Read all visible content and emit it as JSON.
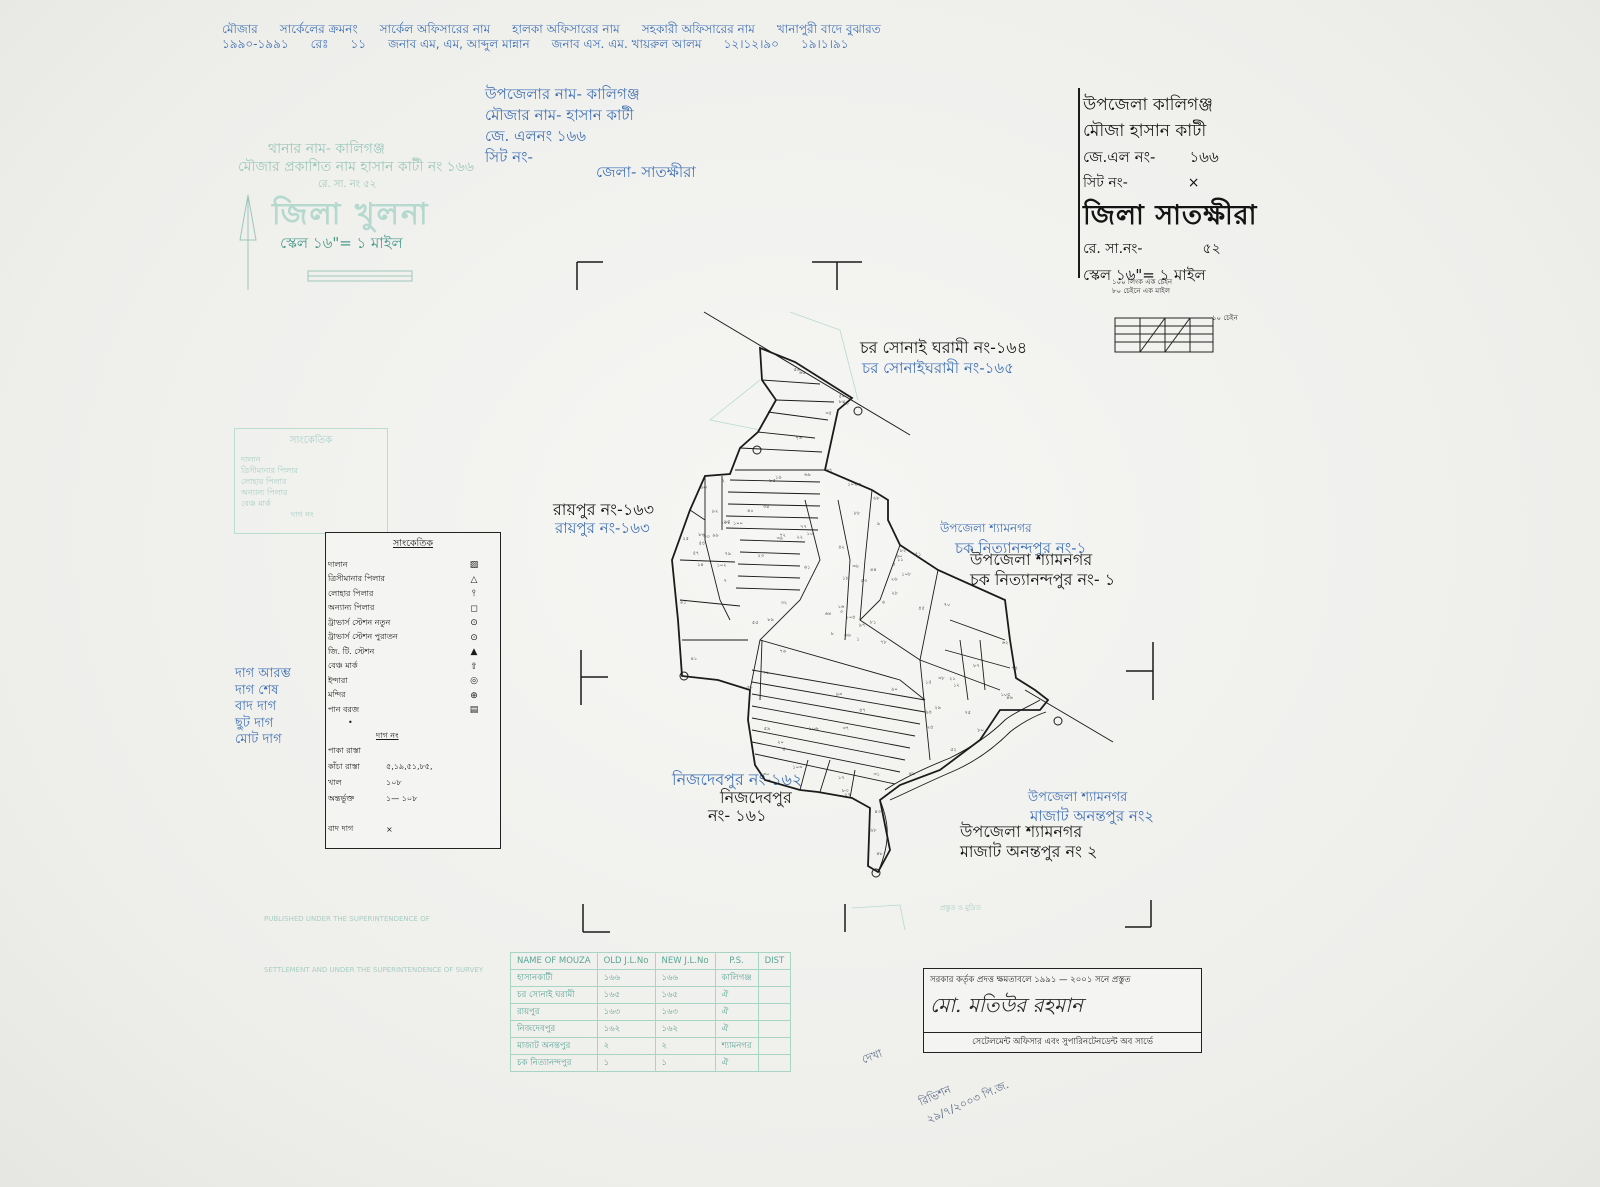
{
  "header_strip": {
    "row1": [
      "মৌজার",
      "সার্কেলের ক্রমনং",
      "সার্কেল অফিসারের নাম",
      "হালকা অফিসারের নাম",
      "সহকারী অফিসারের নাম",
      "খানাপুরী বাদে বুঝারত"
    ],
    "row2": [
      "১৯৯০-১৯৯১",
      "রেঃ",
      "১১",
      "জনাব এম, এম, আব্দুল মান্নান",
      "জনাব এস. এম. খায়রুল আলম",
      "১২।১২।৯০",
      "১৯।১।৯১"
    ]
  },
  "upper_left_block": {
    "line1": "উপজেলার নাম- কালিগঞ্জ",
    "line2": "মৌজার নাম- হাসান কাটী",
    "line3": "জে. এলনং ১৬৬",
    "line4": "সিট নং-",
    "line5": "জেলা- সাতক্ষীরা"
  },
  "ghost_block": {
    "line1": "থানার নাম- কালিগঞ্জ",
    "line2": "মৌজার প্রকাশিত নাম হাসান কাটী নং ১৬৬",
    "line3": "রে. সা. নং ৫২",
    "district": "জিলা খুলনা",
    "scale": "স্কেল ১৬\"= ১ মাইল"
  },
  "title_block": {
    "upazila": "উপজেলা কালিগঞ্জ",
    "mouza": "মৌজা    হাসান কাটী",
    "jl_label": "জে.এল নং-",
    "jl_value": "১৬৬",
    "sheet_label": "সিট নং-",
    "sheet_value": "×",
    "district": "জিলা  সাতক্ষীরা",
    "rs_label": "রে. সা.নং-",
    "rs_value": "৫২",
    "scale": "স্কেল ১৬\"= ১ মাইল",
    "bar_note1": "১০০ লিংক এক চেইন",
    "bar_note2": "৮০ চেইনে এক মাইল",
    "bar_note3": "১০ চেইন"
  },
  "neighbors": {
    "north_black": "চর সোনাই ঘরামী নং-১৬৪",
    "north_blue": "চর সোনাইঘরামী নং-১৬৫",
    "west_black": "রায়পুর নং-১৬৩",
    "west_blue": "রায়পুর নং-১৬৩",
    "east_blue1": "উপজেলা  শ্যামনগর",
    "east_blue2": "চক নিত্যানন্দপুর নং-১",
    "east_black1": "উপজেলা শ্যামনগর",
    "east_black2": "চক নিত্যানন্দপুর নং- ১",
    "south_blue": "নিজদেবপুর নং-১৬২",
    "south_black1": "নিজদেবপুর",
    "south_black2": "নং- ১৬১",
    "se_blue1": "উপজেলা শ্যামনগর",
    "se_blue2": "মাজাট অনন্তপুর নং২",
    "se_black1": "উপজেলা শ্যামনগর",
    "se_black2": "মাজাট অনন্তপুর নং ২"
  },
  "legend": {
    "title": "সাংকেতিক",
    "items": [
      {
        "label": "দালান",
        "symbol": "▨"
      },
      {
        "label": "ত্রিসীমানার পিলার",
        "symbol": "△"
      },
      {
        "label": "লোহার পিলার",
        "symbol": "⫯"
      },
      {
        "label": "অন্যান্য পিলার",
        "symbol": "◻"
      },
      {
        "label": "ট্রাভার্স স্টেশন নতুন",
        "symbol": "⊙"
      },
      {
        "label": "ট্রাভার্স স্টেশন পুরাতন",
        "symbol": "⊙"
      },
      {
        "label": "জি. টি. স্টেশন",
        "symbol": "▲"
      },
      {
        "label": "বেঞ্চ মার্ক",
        "symbol": "⇧"
      },
      {
        "label": "ইন্দারা",
        "symbol": "◎"
      },
      {
        "label": "মন্দির",
        "symbol": "⊕"
      },
      {
        "label": "পান বরজ",
        "symbol": "▤"
      }
    ],
    "dot": "•",
    "daag_header": "দাগ নং",
    "rows": [
      {
        "k": "পাকা রাস্তা",
        "v": ""
      },
      {
        "k": "কাঁচা রাস্তা",
        "v": "৫,১৯,৫১,৮৫,"
      },
      {
        "k": "খাল",
        "v": "১০৮"
      },
      {
        "k": "অন্তর্ভুক্ত",
        "v": "১— ১০৮"
      }
    ],
    "baad": "বাদ দাগ",
    "baad_value": "×"
  },
  "ghost_legend": {
    "title": "সাংকেতিক",
    "items": [
      "দালান",
      "ত্রিসীমানার পিলার",
      "লোহার পিলার",
      "অন্যান্য পিলার",
      "বেঞ্চ মার্ক",
      "দাগ নং"
    ]
  },
  "daag_notes": [
    "দাগ আরম্ভ",
    "দাগ শেষ",
    "বাদ দাগ",
    "ছুট দাগ",
    "মোট দাগ"
  ],
  "table": {
    "headers": [
      "NAME OF MOUZA",
      "OLD J.L.No",
      "NEW J.L.No",
      "P.S.",
      "DIST"
    ],
    "rows": [
      [
        "হাসানকাটী",
        "১৬৬",
        "১৬৬",
        "কালিগঞ্জ",
        ""
      ],
      [
        "চর সোনাই ঘরামী",
        "১৬৫",
        "১৬৫",
        "ঐ",
        ""
      ],
      [
        "রায়পুর",
        "১৬৩",
        "১৬৩",
        "ঐ",
        ""
      ],
      [
        "নিজদেবপুর",
        "১৬২",
        "১৬২",
        "ঐ",
        ""
      ],
      [
        "মাজাট অনন্তপুর",
        "২",
        "২",
        "শ্যামনগর",
        ""
      ],
      [
        "চক নিত্যানন্দপুর",
        "১",
        "১",
        "ঐ",
        ""
      ]
    ]
  },
  "certification": {
    "top": "সরকার কর্তৃক প্রদত্ত ক্ষমতাবলে ১৯৯১ — ২০০১  সনে প্রস্তুত",
    "signature": "মো. মতিউর রহমান",
    "bottom": "সেটেলমেন্ট অফিসার এবং সুপারিনটেনডেন্ট অব সার্ভে"
  },
  "faint_notes": {
    "left_bottom": "PUBLISHED UNDER THE SUPERINTENDENCE OF",
    "survey_note": "SETTLEMENT AND UNDER THE SUPERINTENDENCE OF SURVEY",
    "right_note": "প্রস্তুত ও মুদ্রিত"
  },
  "pencil_notes": {
    "n1": "দেখা",
    "n2": "রিভিশন ২৯/৭/২০০৩ পি.জ."
  },
  "plot_numbers": [
    "১",
    "২",
    "৩",
    "৪",
    "৫",
    "৬",
    "৭",
    "৮",
    "৯",
    "১০",
    "১১",
    "১২",
    "১৩",
    "১৪",
    "১৫",
    "১৬",
    "১৭",
    "১৮",
    "১৯",
    "২০",
    "২১",
    "২২",
    "২৩",
    "২৪",
    "২৫",
    "২৬",
    "২৭",
    "২৮",
    "২৯",
    "৩০",
    "৩১",
    "৩২",
    "৩৩",
    "৩৪",
    "৩৫",
    "৩৬",
    "৩৭",
    "৩৮",
    "৩৯",
    "৪০",
    "৪১",
    "৪২",
    "৪৩",
    "৪৪",
    "৪৫",
    "৪৬",
    "৪৭",
    "৪৮",
    "৪৯",
    "৫০",
    "৫১",
    "৫২",
    "৫৩",
    "৫৪",
    "৫৫",
    "৫৬",
    "৫৭",
    "৫৮",
    "৫৯",
    "৬০",
    "৬১",
    "৬২",
    "৬৩",
    "৬৪",
    "৬৫",
    "৬৬",
    "৬৭",
    "৬৮",
    "৬৯",
    "৭০",
    "৭১",
    "৭২",
    "৭৩",
    "৭৪",
    "৭৫",
    "৭৬",
    "৭৭",
    "৭৮",
    "৭৯",
    "৮০",
    "৮১",
    "৮২",
    "৮৩",
    "৮৪",
    "৮৫",
    "৮৬",
    "৮৭",
    "৮৮",
    "৮৯",
    "৯০",
    "৯১",
    "৯২",
    "৯৩",
    "৯৪",
    "৯৫",
    "৯৬",
    "৯৭",
    "৯৮",
    "৯৯",
    "১০০",
    "১০১",
    "১০২",
    "১০৩",
    "১০৪",
    "১০৫",
    "১০৬",
    "১০৭",
    "১০৮"
  ],
  "colors": {
    "ink": "#141414",
    "blue_ink": "#3e6fb3",
    "teal_ink": "#4a9a8a",
    "paper": "#f1f1ef"
  }
}
